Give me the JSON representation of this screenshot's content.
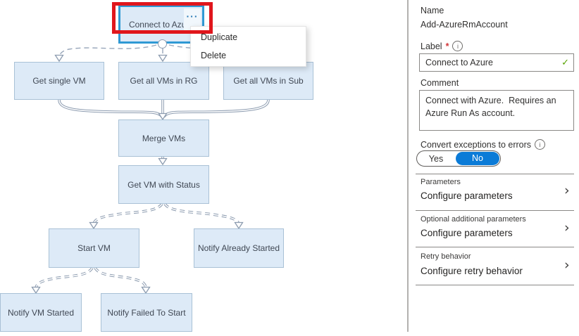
{
  "canvas": {
    "nodes": {
      "connect": {
        "label": "Connect to Azure",
        "menu_button": "···"
      },
      "get_single": {
        "label": "Get single VM"
      },
      "get_all_rg": {
        "label": "Get all VMs in RG"
      },
      "get_all_sub": {
        "label": "Get all VMs in Sub"
      },
      "merge": {
        "label": "Merge VMs"
      },
      "get_status": {
        "label": "Get VM with Status"
      },
      "start_vm": {
        "label": "Start VM"
      },
      "notify_already": {
        "label": "Notify Already Started"
      },
      "notify_started": {
        "label": "Notify VM Started"
      },
      "notify_failed": {
        "label": "Notify Failed To Start"
      }
    },
    "context_menu": {
      "items": [
        "Duplicate",
        "Delete"
      ]
    }
  },
  "panel": {
    "name": {
      "label": "Name",
      "value": "Add-AzureRmAccount"
    },
    "label_field": {
      "label": "Label",
      "required_mark": "*",
      "info_icon": "i",
      "value": "Connect to Azure",
      "valid_check": "✓"
    },
    "comment_field": {
      "label": "Comment",
      "value": "Connect with Azure.  Requires an Azure Run As account."
    },
    "convert_exceptions": {
      "label": "Convert exceptions to errors",
      "info_icon": "i",
      "options": [
        "Yes",
        "No"
      ],
      "selected": "No"
    },
    "sections": [
      {
        "label": "Parameters",
        "action": "Configure parameters"
      },
      {
        "label": "Optional additional parameters",
        "action": "Configure parameters"
      },
      {
        "label": "Retry behavior",
        "action": "Configure retry behavior"
      }
    ],
    "chevron": "›"
  },
  "colors": {
    "selected_node_border": "#2f99d4",
    "node_fill": "#ddeaf7",
    "node_border": "#a9c1d6",
    "connector_gray": "#8d9cb0",
    "highlight_red": "#e0161c",
    "toggle_active_blue": "#0b7bd7",
    "valid_green": "#57a300",
    "required_red": "#d13438"
  }
}
